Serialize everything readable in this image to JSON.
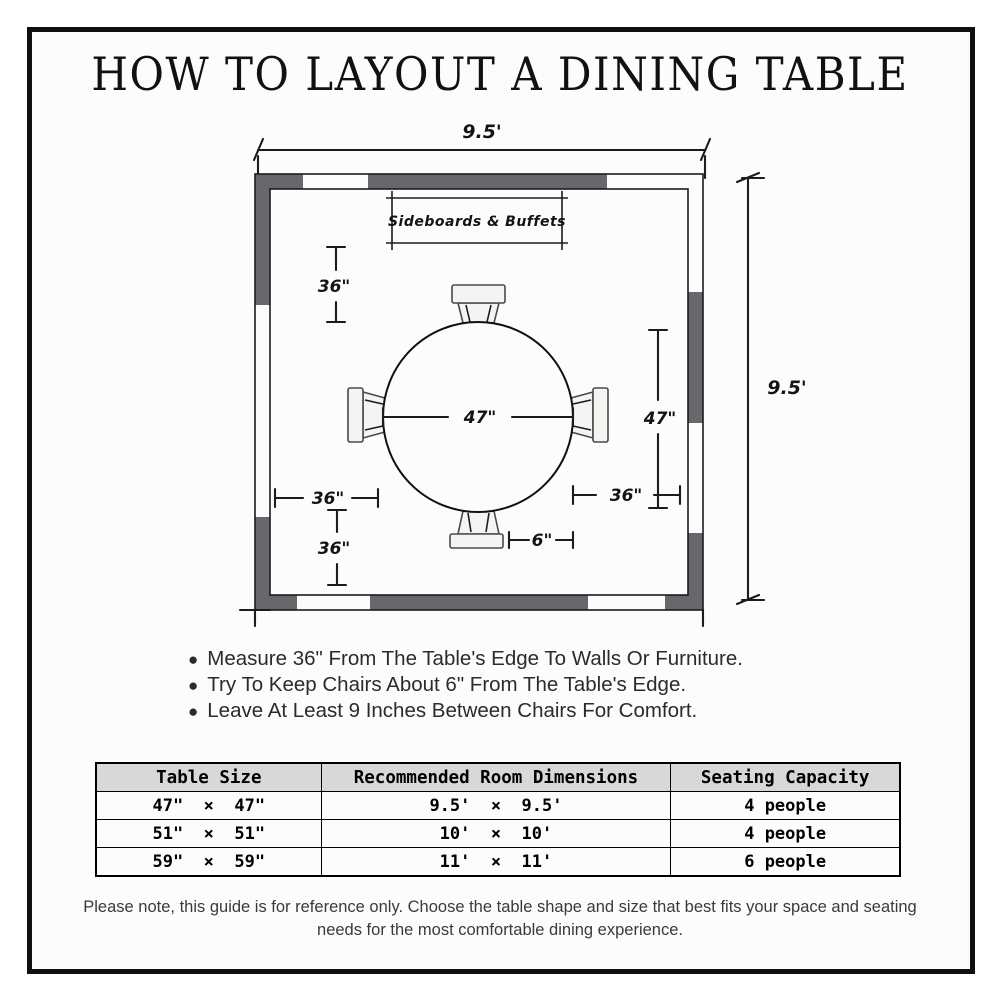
{
  "title": "HOW TO LAYOUT A DINING TABLE",
  "floor_plan": {
    "room_width": "9.5'",
    "room_depth": "9.5'",
    "sideboard_label": "Sideboards & Buffets",
    "table_diameter": "47\"",
    "right_span": "47\"",
    "clearance_top": "36\"",
    "clearance_left": "36\"",
    "clearance_left_lower": "36\"",
    "clearance_right": "36\"",
    "chair_gap": "6\"",
    "wall_color": "#66686b",
    "seat_count_drawn": 4
  },
  "tips": {
    "bullet": "●",
    "items": [
      "Measure 36\" From The Table's Edge To Walls Or Furniture.",
      "Try To Keep Chairs About 6\" From The Table's Edge.",
      "Leave At Least 9 Inches Between Chairs For Comfort."
    ]
  },
  "size_table": {
    "headers": [
      "Table Size",
      "Recommended Room Dimensions",
      "Seating Capacity"
    ],
    "rows": [
      [
        "47\"  ×  47\"",
        "9.5'  ×  9.5'",
        "4 people"
      ],
      [
        "51\"  ×  51\"",
        "10'  ×  10'",
        "4 people"
      ],
      [
        "59\"  ×  59\"",
        "11'  ×  11'",
        "6 people"
      ]
    ]
  },
  "footnote": "Please note, this guide is for reference only. Choose the table shape and size that best fits your space and seating needs for the most comfortable dining experience."
}
